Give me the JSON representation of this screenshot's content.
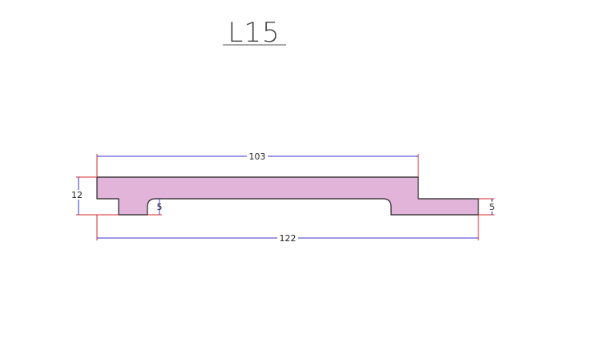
{
  "title": "L15",
  "colors": {
    "profile_fill": "#e2b4d9",
    "profile_stroke": "#222222",
    "dim_blue": "#3a35c8",
    "dim_red": "#d62a2a",
    "dim_text": "#222222",
    "title": "#444444"
  },
  "dimensions": {
    "top_width": "103",
    "total_width": "122",
    "thickness": "12",
    "left_step": "5",
    "right_step": "5"
  }
}
